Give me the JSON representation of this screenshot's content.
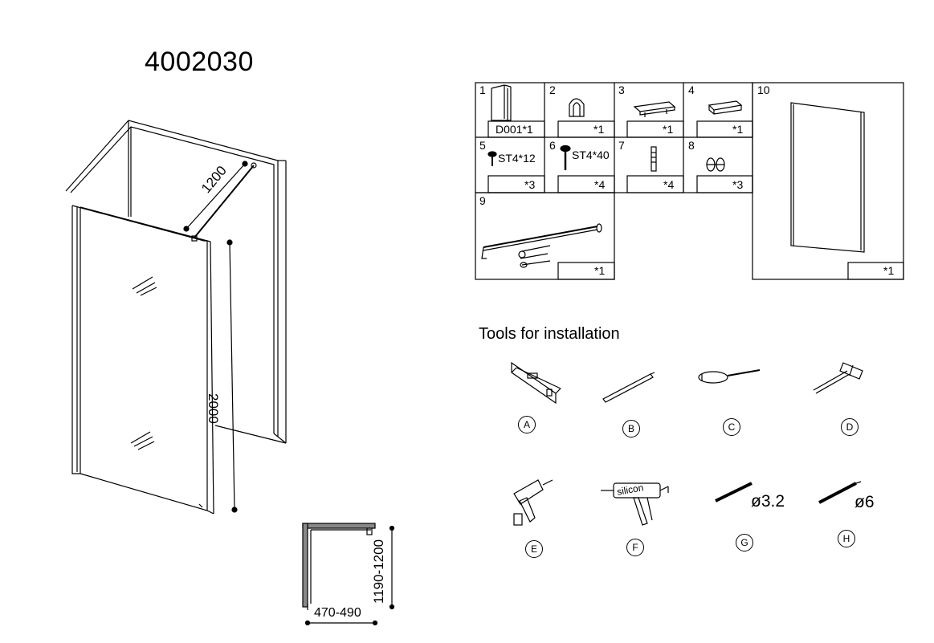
{
  "model_number": "4002030",
  "dimensions": {
    "rod_length": "1200",
    "height": "2000",
    "depth": "1190-1200",
    "width": "470-490"
  },
  "parts": [
    {
      "number": "1",
      "qty": "D001*1"
    },
    {
      "number": "2",
      "qty": "*1"
    },
    {
      "number": "3",
      "qty": "*1"
    },
    {
      "number": "4",
      "qty": "*1"
    },
    {
      "number": "5",
      "label": "ST4*12",
      "qty": "*3"
    },
    {
      "number": "6",
      "label": "ST4*40",
      "qty": "*4"
    },
    {
      "number": "7",
      "qty": "*4"
    },
    {
      "number": "8",
      "qty": "*3"
    },
    {
      "number": "9",
      "qty": "*1"
    },
    {
      "number": "10",
      "qty": "*1"
    }
  ],
  "tools": {
    "title": "Tools for installation",
    "items": [
      {
        "letter": "A",
        "icon": "spirit-level-icon"
      },
      {
        "letter": "B",
        "icon": "pencil-icon"
      },
      {
        "letter": "C",
        "icon": "screwdriver-icon"
      },
      {
        "letter": "D",
        "icon": "hammer-icon"
      },
      {
        "letter": "E",
        "icon": "drill-icon"
      },
      {
        "letter": "F",
        "icon": "silicone-gun-icon",
        "text": "silicon"
      },
      {
        "letter": "G",
        "icon": "drill-bit-icon",
        "size": "ø3.2"
      },
      {
        "letter": "H",
        "icon": "drill-bit-icon",
        "size": "ø6"
      }
    ]
  }
}
